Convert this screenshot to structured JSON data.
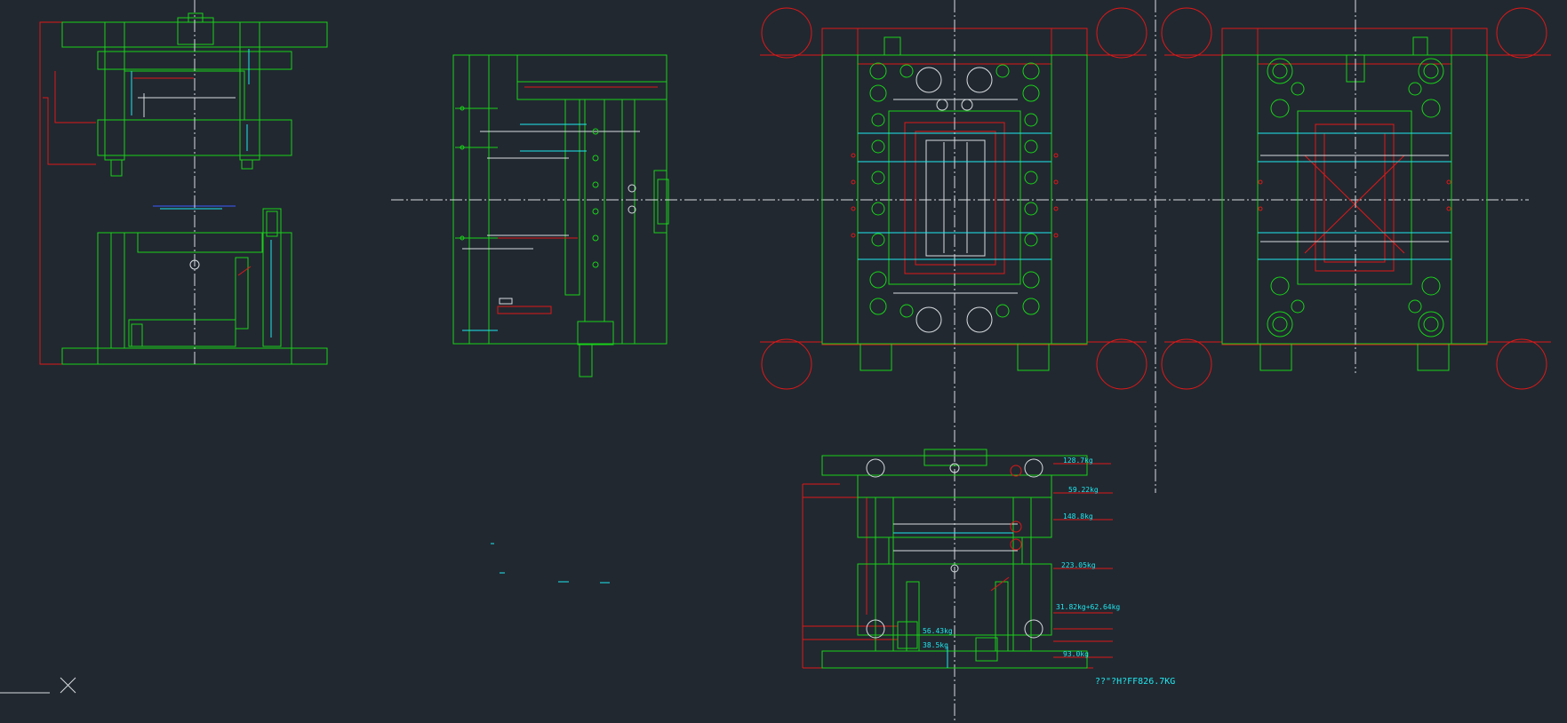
{
  "weights": {
    "w1": "128.7kg",
    "w2": "59.22kg",
    "w3": "148.8kg",
    "w4": "223.05kg",
    "w5": "31.82kg+62.64kg",
    "w6": "56.43kg",
    "w7": "38.5kg",
    "w8": "93.0kg"
  },
  "total_weight": "??\"?H?FF826.7KG",
  "colors": {
    "background": "#212830",
    "outline": "#19d219",
    "hidden": "#e01818",
    "dimension": "#20e8f0",
    "centerline": "#d8dde0"
  },
  "ucs_icon": "ucs-axis-icon"
}
